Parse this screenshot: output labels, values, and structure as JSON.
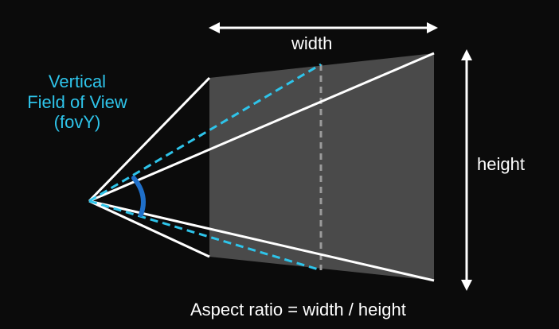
{
  "labels": {
    "fov_line1": "Vertical",
    "fov_line2": "Field of View",
    "fov_line3": "(fovY)",
    "width": "width",
    "height": "height",
    "aspect": "Aspect ratio = width / height"
  },
  "colors": {
    "background": "#0b0b0b",
    "frustum_fill": "#4a4a4a",
    "lines": "#ffffff",
    "fov_accent": "#2ec4ea",
    "fov_arc": "#1f6fc9",
    "center_dash": "#9a9a9a"
  }
}
